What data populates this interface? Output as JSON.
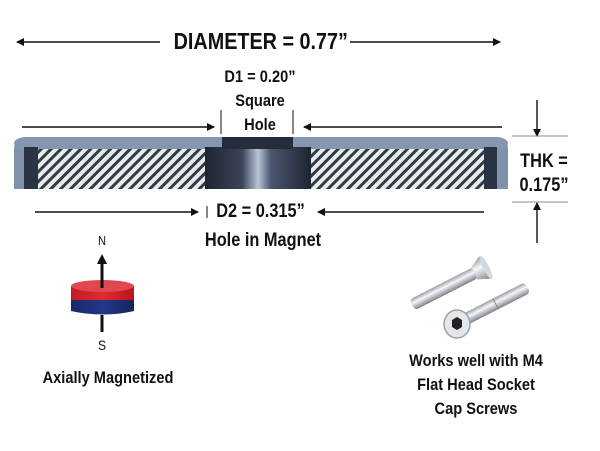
{
  "diagram": {
    "diameter_label": "DIAMETER = 0.77”",
    "d1_label": "D1 = 0.20”",
    "d1_desc_line1": "Square",
    "d1_desc_line2": "Hole",
    "d2_label": "D2 = 0.315”",
    "d2_desc": "Hole in Magnet",
    "thk_line1": "THK =",
    "thk_line2": "0.175”",
    "north_label": "N",
    "south_label": "S",
    "magnetization_label": "Axially Magnetized",
    "screw_note_line1": "Works well with M4",
    "screw_note_line2": "Flat Head Socket",
    "screw_note_line3": "Cap Screws"
  },
  "colors": {
    "cup_steel": "#7f91ab",
    "cup_dark": "#2b3445",
    "magnet_red": "#d0202a",
    "magnet_blue": "#1c2f7a",
    "hatch": "#333a44"
  }
}
